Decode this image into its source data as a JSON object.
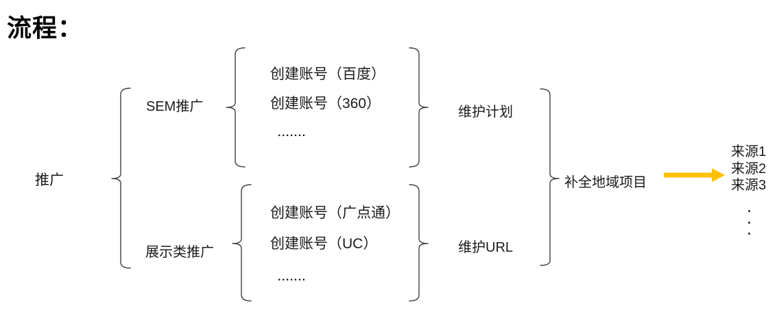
{
  "page": {
    "title": "流程："
  },
  "diagram": {
    "root": "推广",
    "branch_sem": {
      "label": "SEM推广",
      "items": [
        "创建账号（百度）",
        "创建账号（360）",
        "......."
      ],
      "next": "维护计划"
    },
    "branch_display": {
      "label": "展示类推广",
      "items": [
        "创建账号（广点通）",
        "创建账号（UC）",
        "......."
      ],
      "next": "维护URL"
    },
    "merge": "补全地域项目",
    "sources": [
      "来源1",
      "来源2",
      "来源3"
    ],
    "sources_ellipsis": ".\n.\n.",
    "colors": {
      "arrow": "#FFC000",
      "line": "#404040",
      "text": "#1a1a1a"
    }
  }
}
